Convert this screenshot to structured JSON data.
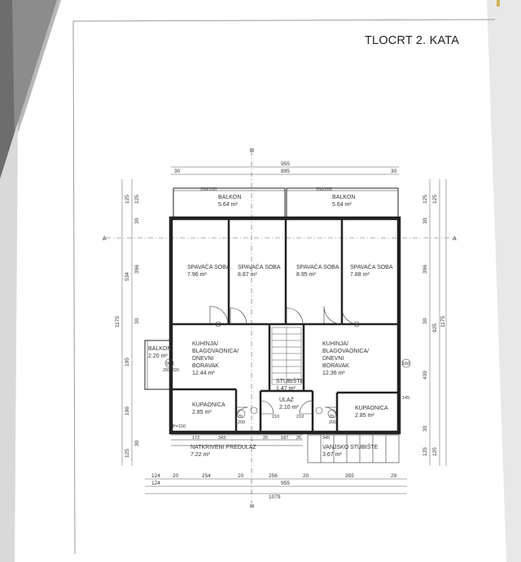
{
  "title": "TLOCRT 2. KATA",
  "section_marks": {
    "a": "A",
    "b": "B"
  },
  "rooms": [
    {
      "name": "BALKON",
      "area": "5.64 m²"
    },
    {
      "name": "BALKON",
      "area": "5.64 m²"
    },
    {
      "name": "SPAVAĆA SOBA",
      "area": "7.96 m²"
    },
    {
      "name": "SPAVAĆA SOBA",
      "area": "8.87 m²"
    },
    {
      "name": "SPAVAĆA SOBA",
      "area": "8.95 m²"
    },
    {
      "name": "SPAVAĆA SOBA",
      "area": "7.88 m²"
    },
    {
      "name": "BALKON",
      "area": "2.20 m²"
    },
    {
      "name": "KUHINJA/ BLAGOVAONICA/ DNEVNI BORAVAK",
      "area": "12.44 m²"
    },
    {
      "name": "KUHINJA/ BLAGOVAONICA/ DNEVNI BORAVAK",
      "area": "12.36 m²"
    },
    {
      "name": "STUBIŠTE",
      "area": "1.47 m²"
    },
    {
      "name": "ULAZ",
      "area": "2.10 m²"
    },
    {
      "name": "KUPAONICA",
      "area": "2.85 m²"
    },
    {
      "name": "KUPAONICA",
      "area": "2.85 m²"
    },
    {
      "name": "NATKRIVENI PREDULAZ",
      "area": "7.22 m²"
    },
    {
      "name": "VANJSKO STUBIŠTE",
      "area": "3.67 m²"
    }
  ],
  "dimensions": {
    "top_outer": [
      "955",
      "895"
    ],
    "top_ends": [
      "30",
      "30"
    ],
    "bottom_chain": [
      "124",
      "20",
      "254",
      "20",
      "256",
      "20",
      "355",
      "29"
    ],
    "bottom_mid": [
      "124",
      "955"
    ],
    "bottom_total": "1079",
    "left_chain": [
      "125",
      "125",
      "30",
      "396",
      "534",
      "30",
      "195",
      "196",
      "30",
      "125"
    ],
    "left_total": "1175",
    "right_chain": [
      "125",
      "125",
      "30",
      "396",
      "30",
      "439",
      "30",
      "125",
      "125"
    ],
    "right_totals": [
      "925",
      "1175"
    ],
    "inner_bottom": [
      "172",
      "343",
      "25",
      "187",
      "25",
      "345"
    ],
    "openings": [
      "200/200",
      "200/200",
      "90",
      "200/220",
      "70",
      "200",
      "210",
      "210",
      "200",
      "70",
      "160",
      "P=150",
      "145"
    ]
  }
}
